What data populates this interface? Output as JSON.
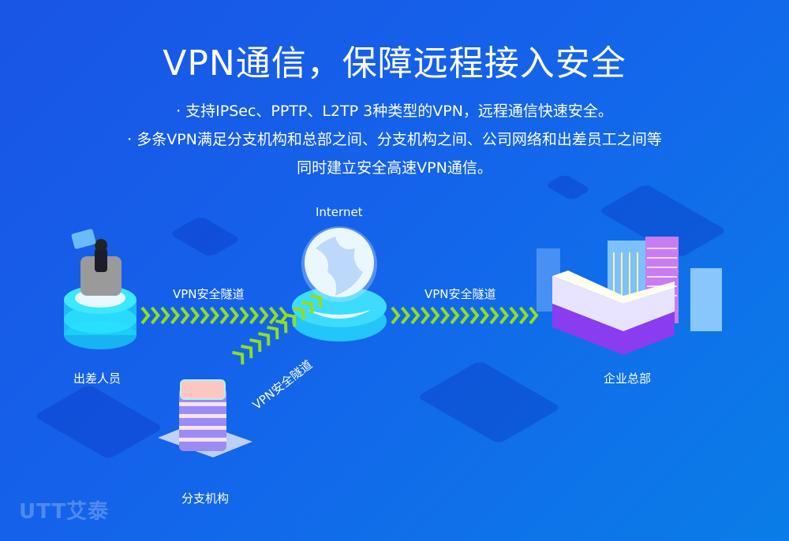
{
  "title": "VPN通信，保障远程接入安全",
  "bullets": [
    "·  支持IPSec、PPTP、L2TP 3种类型的VPN，远程通信快速安全。",
    "·  多条VPN满足分支机构和总部之间、分支机构之间、公司网络和出差员工之间等",
    "同时建立安全高速VPN通信。"
  ],
  "nodes": {
    "internet": "Internet",
    "traveler": "出差人员",
    "headquarters": "企业总部",
    "branch": "分支机构"
  },
  "tunnels": {
    "left": "VPN安全隧道",
    "right": "VPN安全隧道",
    "diagonal": "VPN安全隧道"
  },
  "watermark": "UTT艾泰",
  "colors": {
    "background": "#1463ea",
    "tunnel_arrow": "#8ee01a",
    "text": "#ffffff"
  }
}
